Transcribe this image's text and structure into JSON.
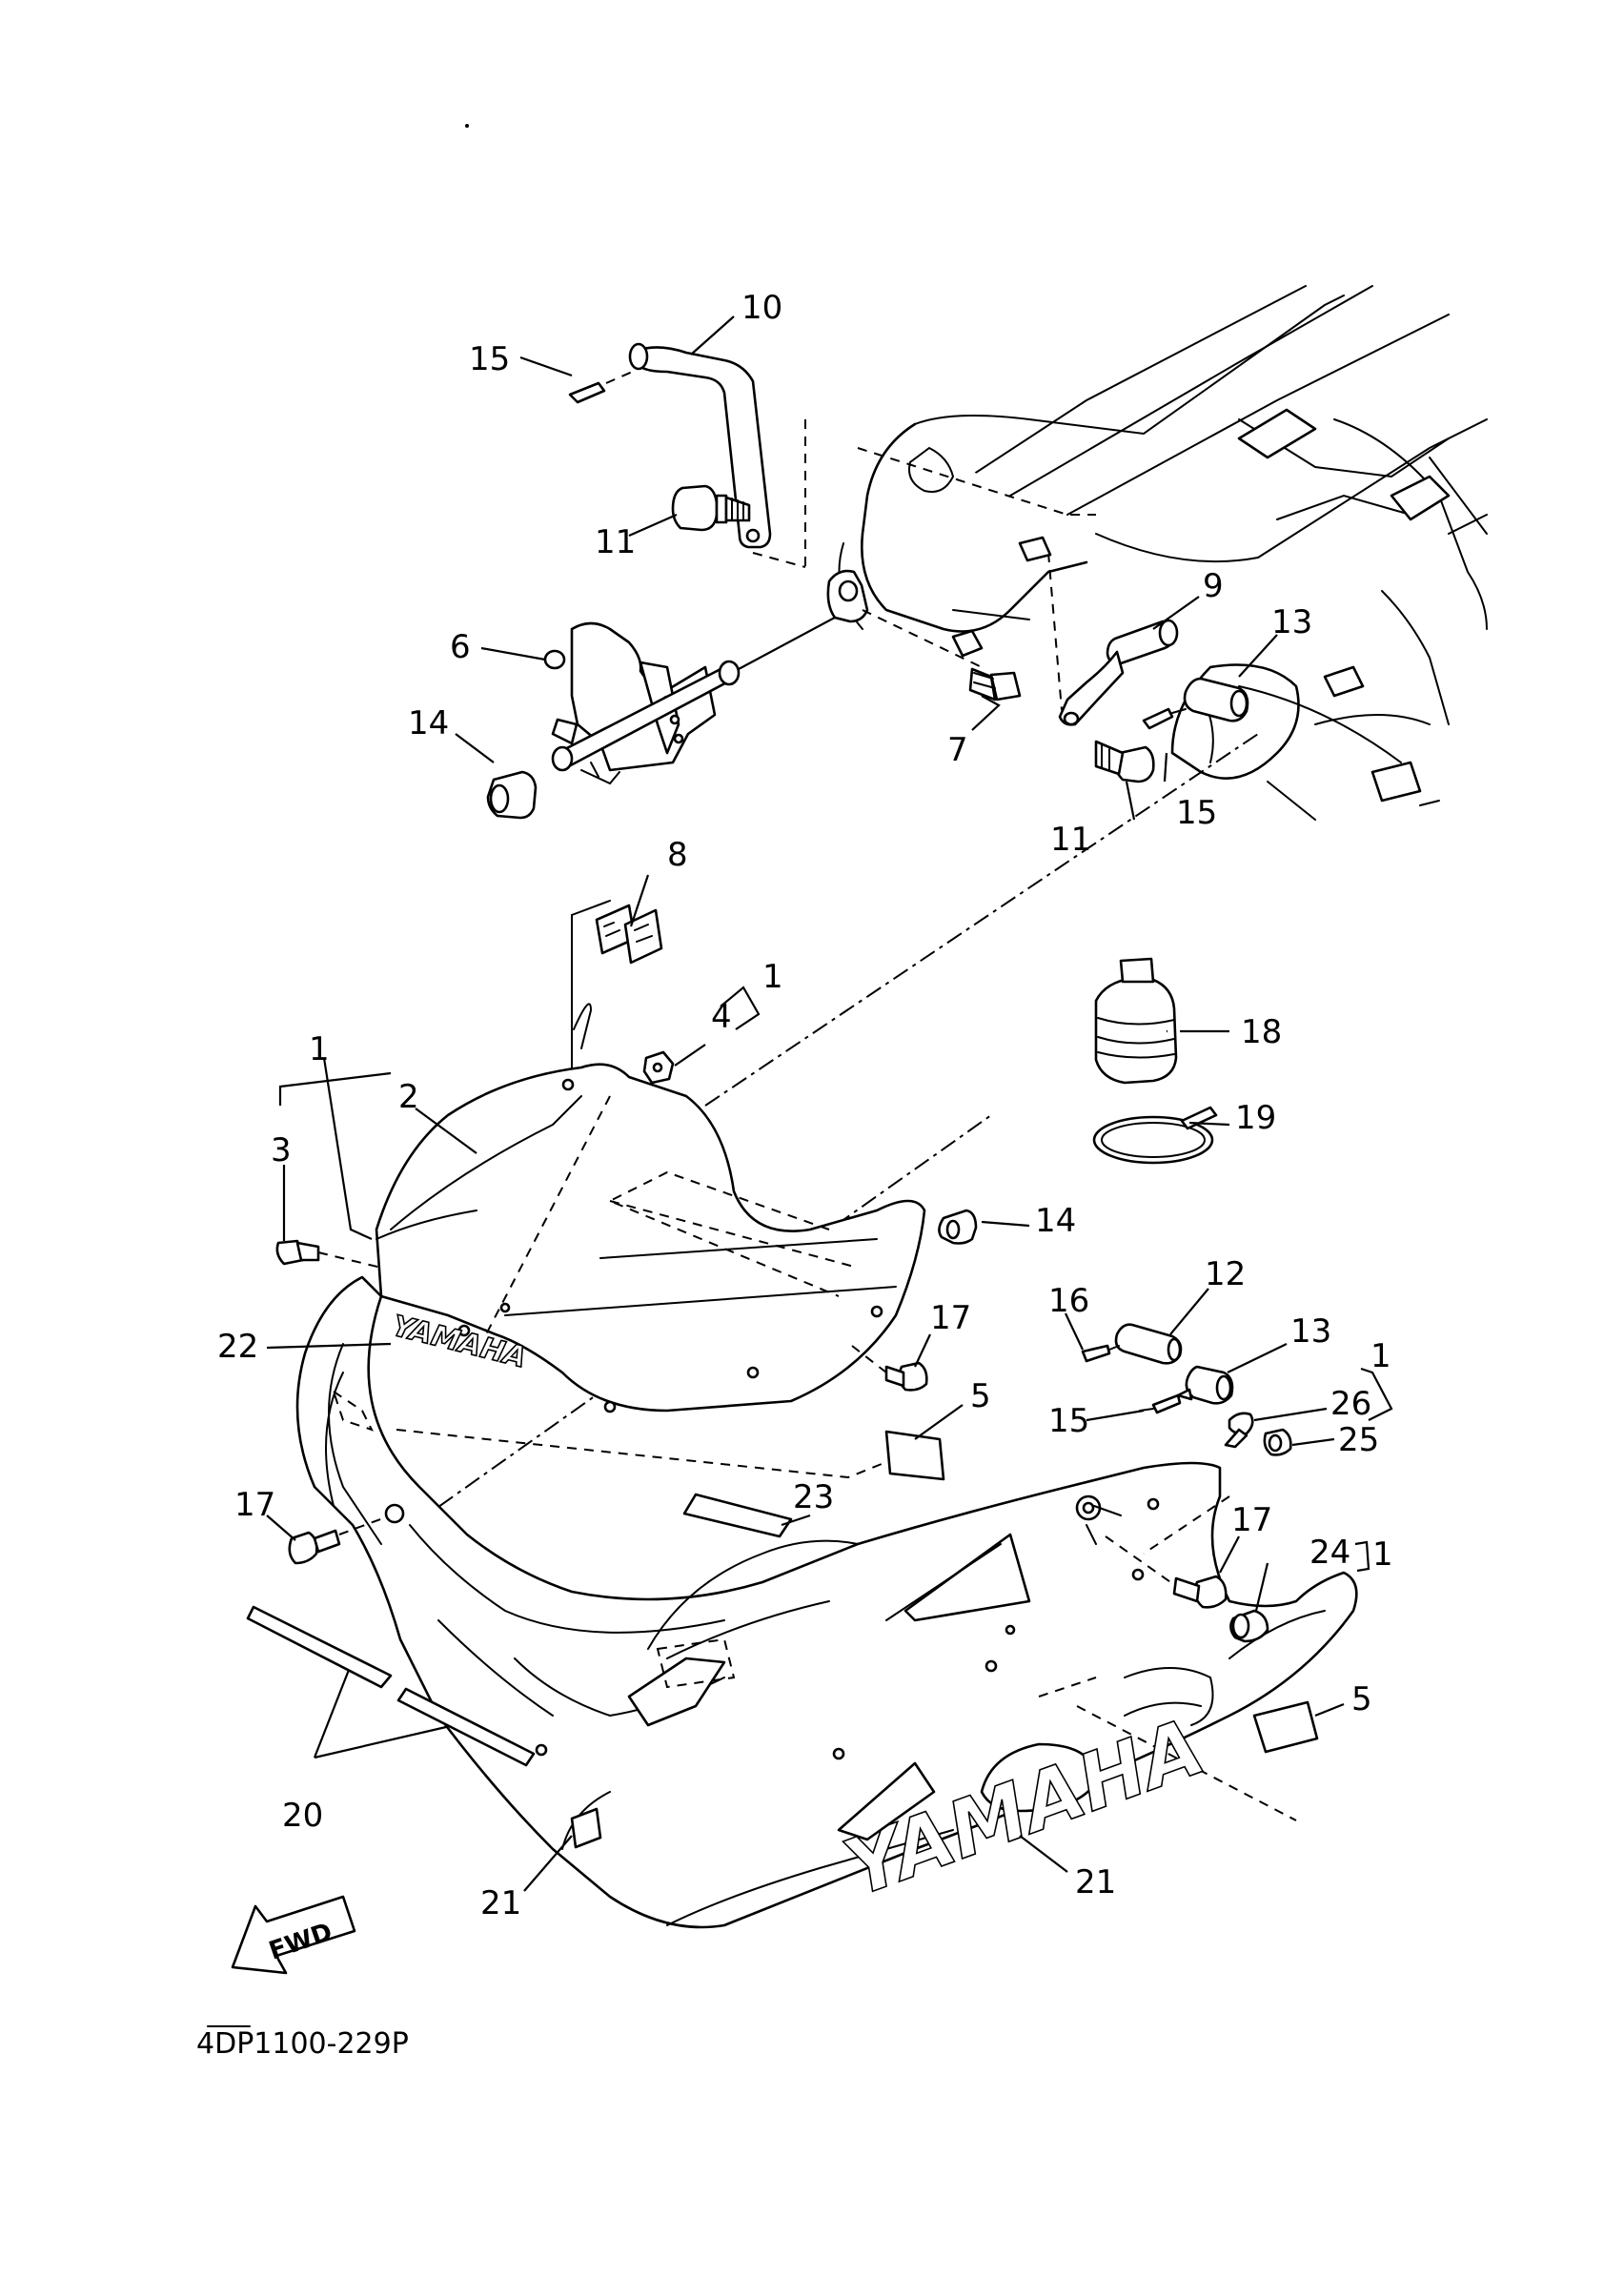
{
  "diagram_code": "4DP1100-229P",
  "fwd_label": "FWD",
  "logo_text": "YAMAHA",
  "callouts": {
    "c1a": "1",
    "c1b": "1",
    "c1c": "1",
    "c1d": "1",
    "c2": "2",
    "c3": "3",
    "c4": "4",
    "c5a": "5",
    "c5b": "5",
    "c6": "6",
    "c7": "7",
    "c8": "8",
    "c9": "9",
    "c10": "10",
    "c11a": "11",
    "c11b": "11",
    "c12": "12",
    "c13a": "13",
    "c13b": "13",
    "c14a": "14",
    "c14b": "14",
    "c15a": "15",
    "c15b": "15",
    "c15c": "15",
    "c16": "16",
    "c17a": "17",
    "c17b": "17",
    "c17c": "17",
    "c18": "18",
    "c19": "19",
    "c20": "20",
    "c21a": "21",
    "c21b": "21",
    "c22": "22",
    "c23": "23",
    "c24": "24",
    "c25": "25",
    "c26": "26"
  }
}
